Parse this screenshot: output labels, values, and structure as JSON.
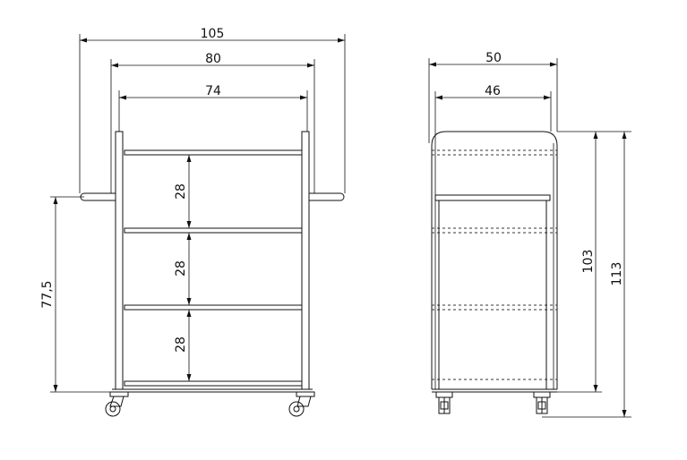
{
  "front_view": {
    "dim_overall_width": "105",
    "dim_frame_width": "80",
    "dim_inner_width": "74",
    "dim_shelf_gap_1": "28",
    "dim_shelf_gap_2": "28",
    "dim_shelf_gap_3": "28",
    "dim_handle_height": "77,5"
  },
  "side_view": {
    "dim_overall_depth": "50",
    "dim_inner_depth": "46",
    "dim_body_height": "103",
    "dim_total_height": "113"
  }
}
